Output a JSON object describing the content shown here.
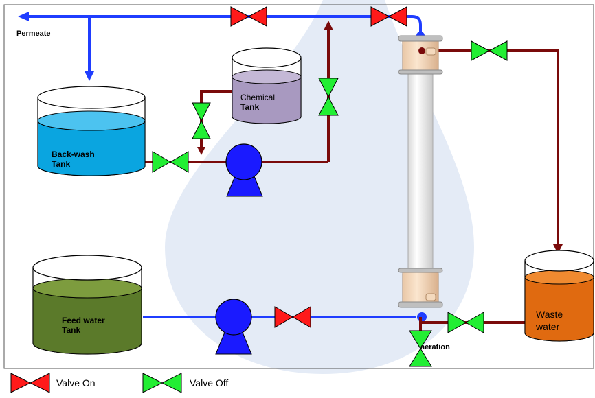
{
  "labels": {
    "permeate": "Permeate",
    "chemical_tank_line1": "Chemical",
    "chemical_tank_line2": "Tank",
    "backwash_tank_line1": "Back-wash",
    "backwash_tank_line2": "Tank",
    "feed_tank_line1": "Feed water",
    "feed_tank_line2": "Tank",
    "waste_tank_line1": "Waste",
    "waste_tank_line2": "water",
    "aeration": "aeration"
  },
  "legend": {
    "valve_on": "Valve On",
    "valve_off": "Valve Off"
  },
  "colors": {
    "permeate_pipe": "#1f3dff",
    "waste_pipe": "#7a0a0a",
    "valve_on": "#ff1a1a",
    "valve_off": "#22ee33",
    "pump": "#1a1aff",
    "backwash_water": "#0aa5e0",
    "chemical_liquid": "#a899c0",
    "feed_liquid": "#5b7a2a",
    "waste_liquid": "#e06a10",
    "watermark": "#dde6f4"
  }
}
